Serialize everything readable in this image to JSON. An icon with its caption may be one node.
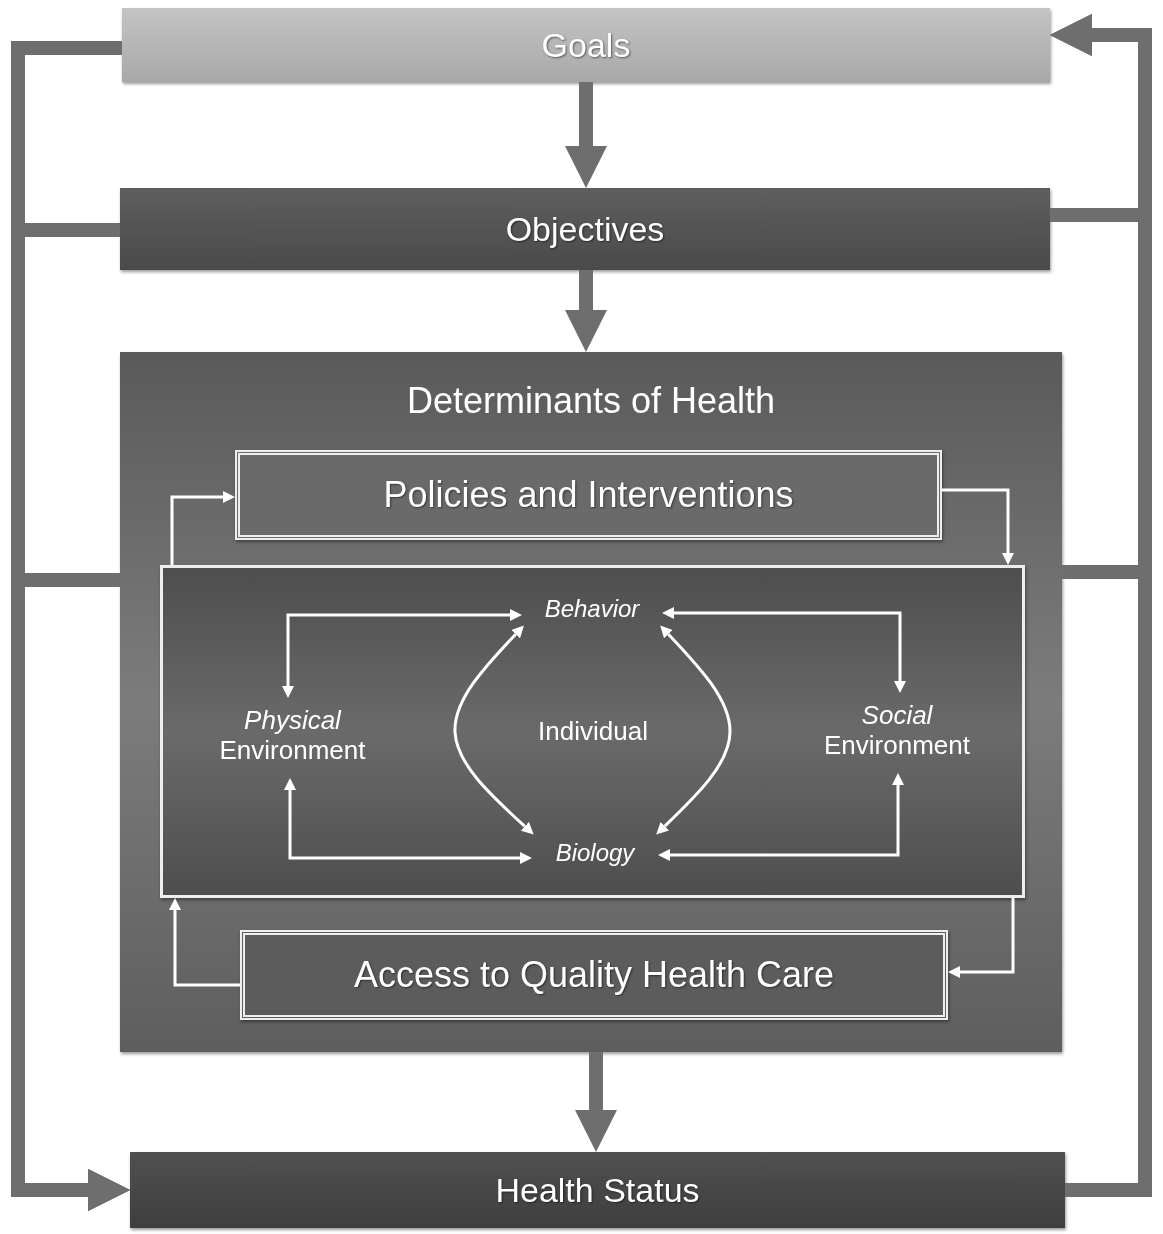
{
  "diagram": {
    "nodes": [
      {
        "text": [
          "Goals"
        ]
      },
      {
        "text": [
          "Objectives"
        ]
      },
      {
        "text": [
          "Determinants of Health"
        ]
      },
      {
        "text": [
          "Policies and Interventions"
        ],
        "in": 2
      },
      {
        "text": [
          "Individual"
        ],
        "in": 2
      },
      {
        "text": [
          "Behavior"
        ],
        "in": 4
      },
      {
        "text": [
          "*Physical* Environment"
        ],
        "in": 4
      },
      {
        "text": [
          "*Social* Environment"
        ],
        "in": 4
      },
      {
        "text": [
          "Biology"
        ],
        "in": 4
      },
      {
        "text": [
          "Access to Quality Health Care"
        ],
        "in": 2
      },
      {
        "text": [
          "Health Status"
        ]
      }
    ],
    "edges": [
      {
        "from": 0,
        "to": 1,
        "arrow": "to",
        "style": "thick",
        "color": "#6e6e6e"
      },
      {
        "from": 1,
        "to": 2,
        "arrow": "to",
        "style": "thick",
        "color": "#6e6e6e"
      },
      {
        "from": 2,
        "to": 10,
        "arrow": "to",
        "style": "thick",
        "color": "#6e6e6e"
      },
      {
        "from": 0,
        "to": 10,
        "arrow": "to",
        "style": "thick",
        "color": "#6e6e6e"
      },
      {
        "from": 1,
        "to": 10,
        "arrow": "to",
        "style": "thick",
        "color": "#6e6e6e"
      },
      {
        "from": 2,
        "to": 10,
        "arrow": "to",
        "style": "thick",
        "color": "#6e6e6e"
      },
      {
        "from": 10,
        "to": 0,
        "arrow": "to",
        "style": "thick",
        "color": "#6e6e6e"
      },
      {
        "from": 1,
        "to": 0,
        "arrow": "to",
        "style": "thick",
        "color": "#6e6e6e"
      },
      {
        "from": 2,
        "to": 0,
        "arrow": "to",
        "style": "thick",
        "color": "#6e6e6e"
      },
      {
        "from": 4,
        "to": 3,
        "arrow": "to"
      },
      {
        "from": 3,
        "to": 4,
        "arrow": "to"
      },
      {
        "from": 4,
        "to": 9,
        "arrow": "to"
      },
      {
        "from": 9,
        "to": 4,
        "arrow": "to"
      },
      {
        "from": 5,
        "to": 6,
        "arrow": "both"
      },
      {
        "from": 5,
        "to": 7,
        "arrow": "both"
      },
      {
        "from": 6,
        "to": 8,
        "arrow": "both"
      },
      {
        "from": 7,
        "to": 8,
        "arrow": "both"
      },
      {
        "from": 5,
        "to": 8,
        "arrow": "both"
      },
      {
        "from": 5,
        "to": 8,
        "arrow": "both"
      }
    ]
  }
}
